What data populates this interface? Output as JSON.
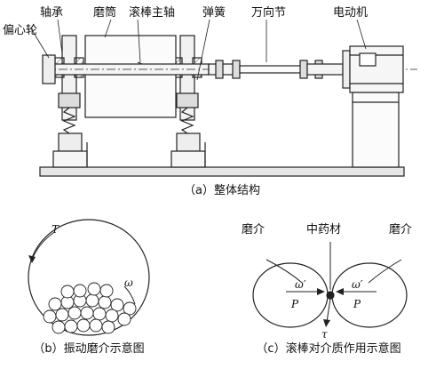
{
  "labels": {
    "eccentric_wheel": "偏心轮",
    "bearing": "轴承",
    "grinding_cylinder": "磨筒",
    "roller_shaft": "滚棒主轴",
    "spring": "弹簧",
    "universal_joint": "万向节",
    "motor": "电动机",
    "grinding_media_left": "磨介",
    "herbal_material": "中药材",
    "grinding_media_right": "磨介"
  },
  "captions": {
    "a": "（a）整体结构",
    "b": "（b）振动磨介示意图",
    "c": "（c）滚棒对介质作用示意图"
  },
  "symbols": {
    "T": "T",
    "omega": "ω",
    "omega_prime_left": "ω′",
    "omega_prime_right": "ω′",
    "P_left": "P",
    "P_right": "P",
    "tau": "τ"
  }
}
